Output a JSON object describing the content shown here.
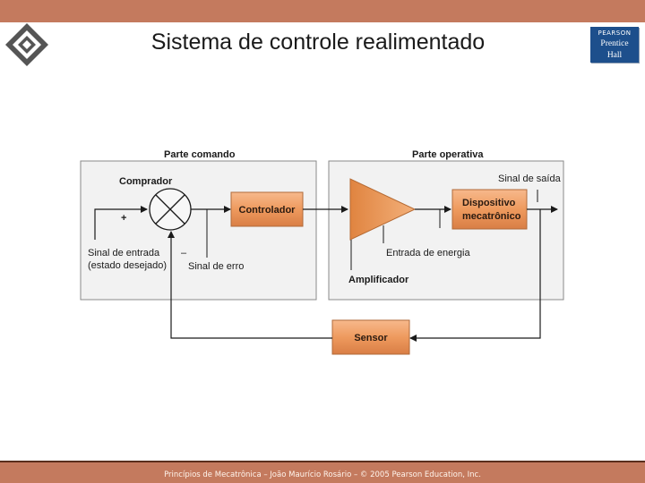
{
  "slide": {
    "title": "Sistema de controle realimentado",
    "footer": "Princípios de Mecatrônica – João Maurício Rosário – © 2005 Pearson Education, Inc."
  },
  "publisher_logo": {
    "line1": "PEARSON",
    "line2": "Prentice",
    "line3": "Hall"
  },
  "colors": {
    "bar": "#c47a5e",
    "block": "#f0a068",
    "amplifier": "#e8934a",
    "panel": "#f2f2f2"
  },
  "diagram": {
    "panel_command": "Parte comando",
    "panel_operative": "Parte operativa",
    "comparator_label": "Comprador",
    "plus_sign": "+",
    "minus_sign": "–",
    "input_line1": "Sinal de entrada",
    "input_line2": "(estado desejado)",
    "error_label": "Sinal de erro",
    "controller": "Controlador",
    "amplifier_label": "Amplificador",
    "energy_label": "Entrada de energia",
    "device_line1": "Dispositivo",
    "device_line2": "mecatrônico",
    "output_label": "Sinal de saída",
    "sensor": "Sensor"
  }
}
